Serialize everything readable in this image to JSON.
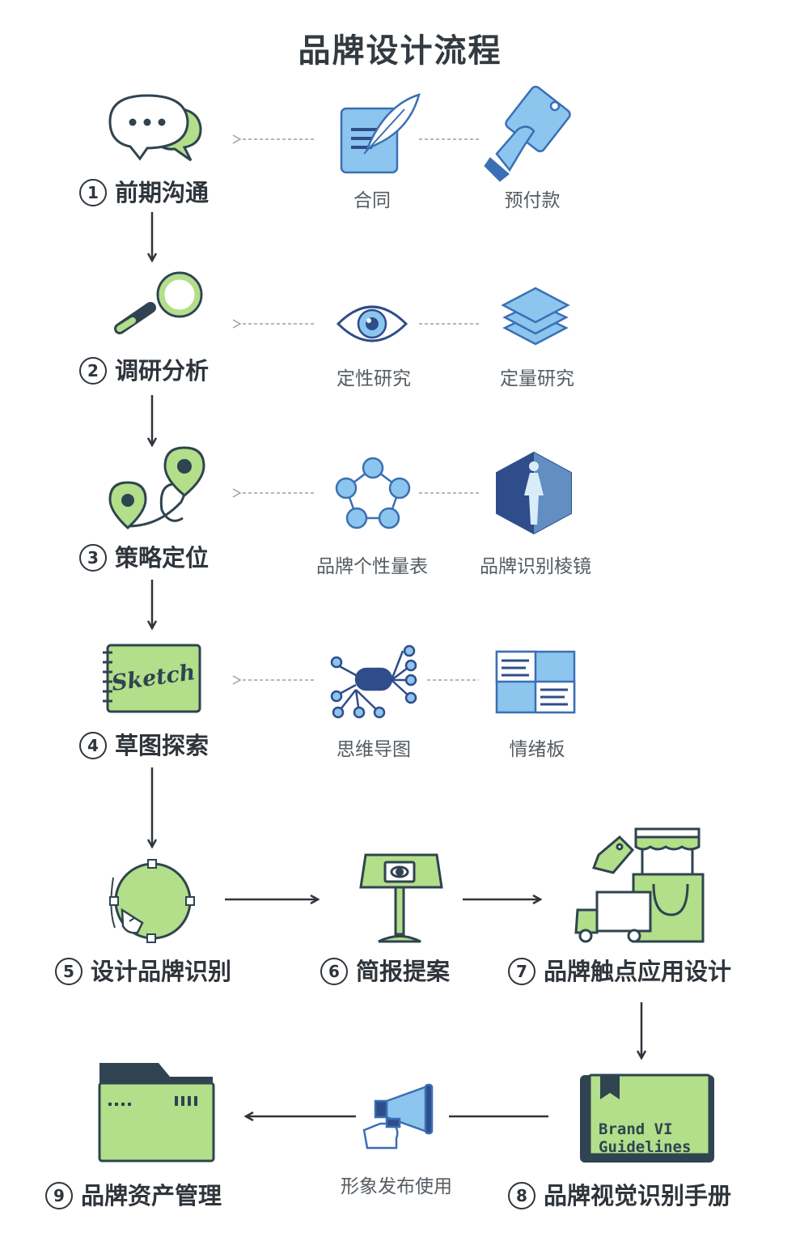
{
  "title": "品牌设计流程",
  "steps": [
    {
      "num": "1",
      "label": "前期沟通"
    },
    {
      "num": "2",
      "label": "调研分析"
    },
    {
      "num": "3",
      "label": "策略定位"
    },
    {
      "num": "4",
      "label": "草图探索"
    },
    {
      "num": "5",
      "label": "设计品牌识别"
    },
    {
      "num": "6",
      "label": "简报提案"
    },
    {
      "num": "7",
      "label": "品牌触点应用设计"
    },
    {
      "num": "8",
      "label": "品牌视觉识别手册"
    },
    {
      "num": "9",
      "label": "品牌资产管理"
    }
  ],
  "sub": {
    "contract": "合同",
    "prepayment": "预付款",
    "qualitative": "定性研究",
    "quantitative": "定量研究",
    "personality_scale": "品牌个性量表",
    "prism": "品牌识别棱镜",
    "mindmap": "思维导图",
    "moodboard": "情绪板",
    "publish": "形象发布使用"
  },
  "icon_text": {
    "sketch": "Sketch",
    "guidelines_1": "Brand VI",
    "guidelines_2": "Guidelines"
  },
  "colors": {
    "green": "#b3de8a",
    "blue": "#8cc5ee",
    "dark": "#2f4450",
    "arrow": "#2f353b"
  }
}
